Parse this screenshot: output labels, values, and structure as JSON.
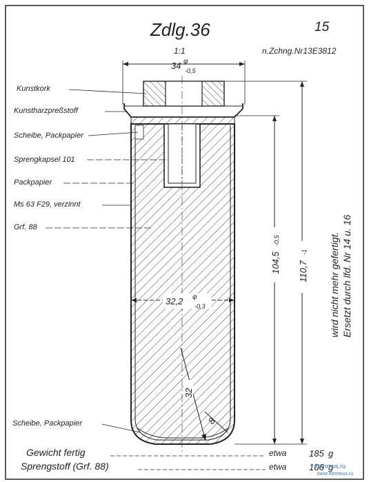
{
  "title": "Zdlg.36",
  "page_number": "15",
  "scale": "1:1",
  "drawing_ref": "n.Zchng.Nr13E3812",
  "dimensions": {
    "top_diameter": "34",
    "top_diameter_tol": "-0,5",
    "body_diameter": "32,2",
    "body_diameter_tol": "-0,3",
    "inner_length": "104,5",
    "inner_length_tol": "-0,5",
    "total_length": "110,7",
    "total_length_tol": "-1",
    "bottom_radius": "32",
    "wall_radius": "8",
    "dia_mark": "φ"
  },
  "parts": [
    "Kunstkork",
    "Kunstharzpreßstoff",
    "Scheibe, Packpapier",
    "Sprengkapsel 101",
    "Packpapier",
    "Ms 63 F29, verzinnt",
    "Grf. 88",
    "Scheibe, Packpapier"
  ],
  "side_note": [
    "wird nicht mehr gefertigt.",
    "Ersetzt durch lfd. Nr 14 u. 16"
  ],
  "weights": [
    {
      "label": "Gewicht fertig",
      "prefix": "etwa",
      "value": "185",
      "unit": "g"
    },
    {
      "label": "Sprengstoff (Grf. 88)",
      "prefix": "etwa",
      "value": "106",
      "unit": "g"
    }
  ],
  "watermark": [
    "kornmus.ru",
    "base.kornmus.ru"
  ]
}
